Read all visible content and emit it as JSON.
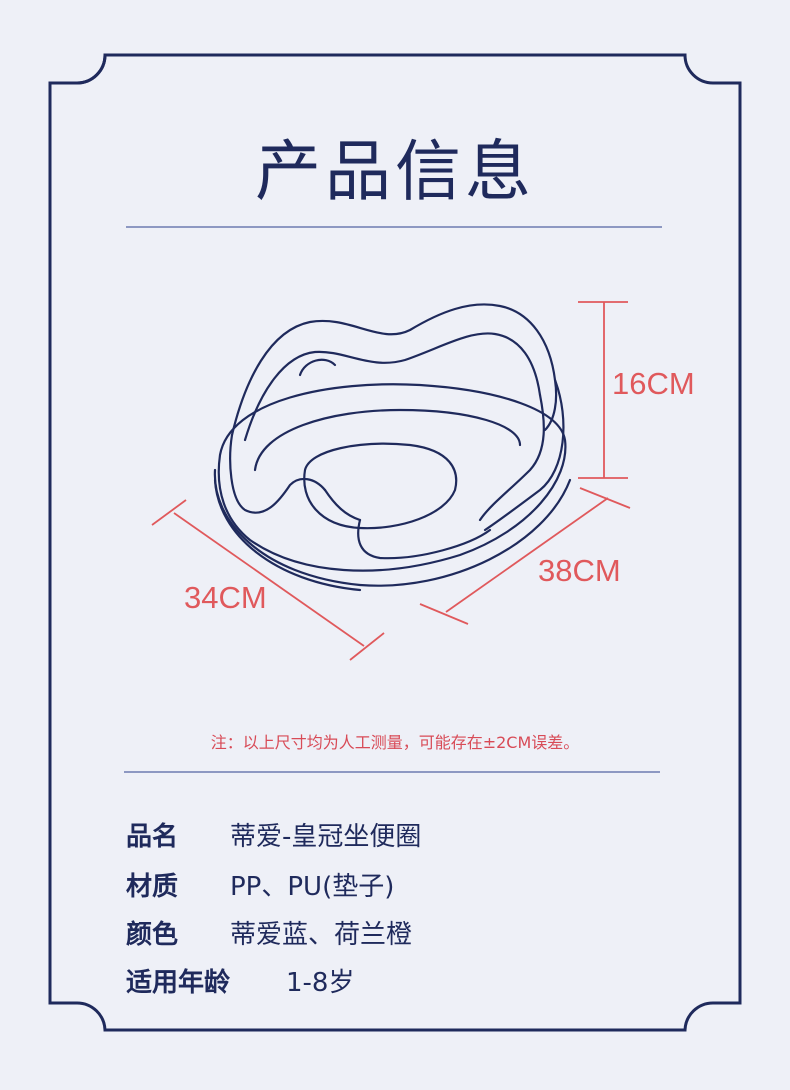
{
  "title": "产品信息",
  "dimensions": {
    "height": "16CM",
    "length": "38CM",
    "width": "34CM"
  },
  "note": "注：以上尺寸均为人工测量，可能存在±2CM误差。",
  "specs": [
    {
      "label": "品名",
      "value": "蒂爱-皇冠坐便圈"
    },
    {
      "label": "材质",
      "value": "PP、PU(垫子)"
    },
    {
      "label": "颜色",
      "value": "蒂爱蓝、荷兰橙"
    },
    {
      "label": "适用年龄",
      "value": "1-8岁"
    }
  ],
  "colors": {
    "frame": "#1f2a5c",
    "background": "#eef0f7",
    "dimension": "#e0595c",
    "note": "#d84b57"
  }
}
